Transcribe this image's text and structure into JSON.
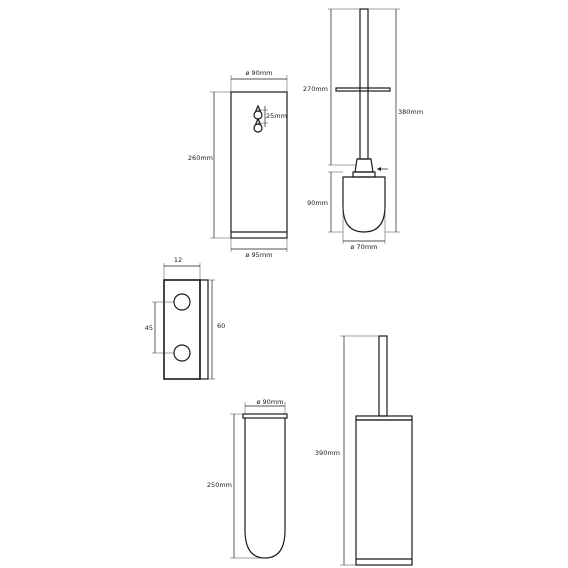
{
  "diagram": {
    "views": [
      {
        "name": "wall-holder-front-view",
        "labels": {
          "top_width": "ø 90mm",
          "height": "260mm",
          "hole_spacing": "25mm",
          "bottom_width": "ø 95mm"
        }
      },
      {
        "name": "brush-with-lid-view",
        "labels": {
          "handle_length": "270mm",
          "total_length": "380mm",
          "head_height": "90mm",
          "head_width": "ø 70mm"
        }
      },
      {
        "name": "wall-bracket-view",
        "labels": {
          "depth": "12",
          "hole_spacing": "45",
          "height": "60"
        }
      },
      {
        "name": "bowl-view",
        "labels": {
          "top_width": "ø 90mm",
          "height": "250mm"
        }
      },
      {
        "name": "assembled-set-view",
        "labels": {
          "height": "390mm"
        }
      }
    ]
  }
}
